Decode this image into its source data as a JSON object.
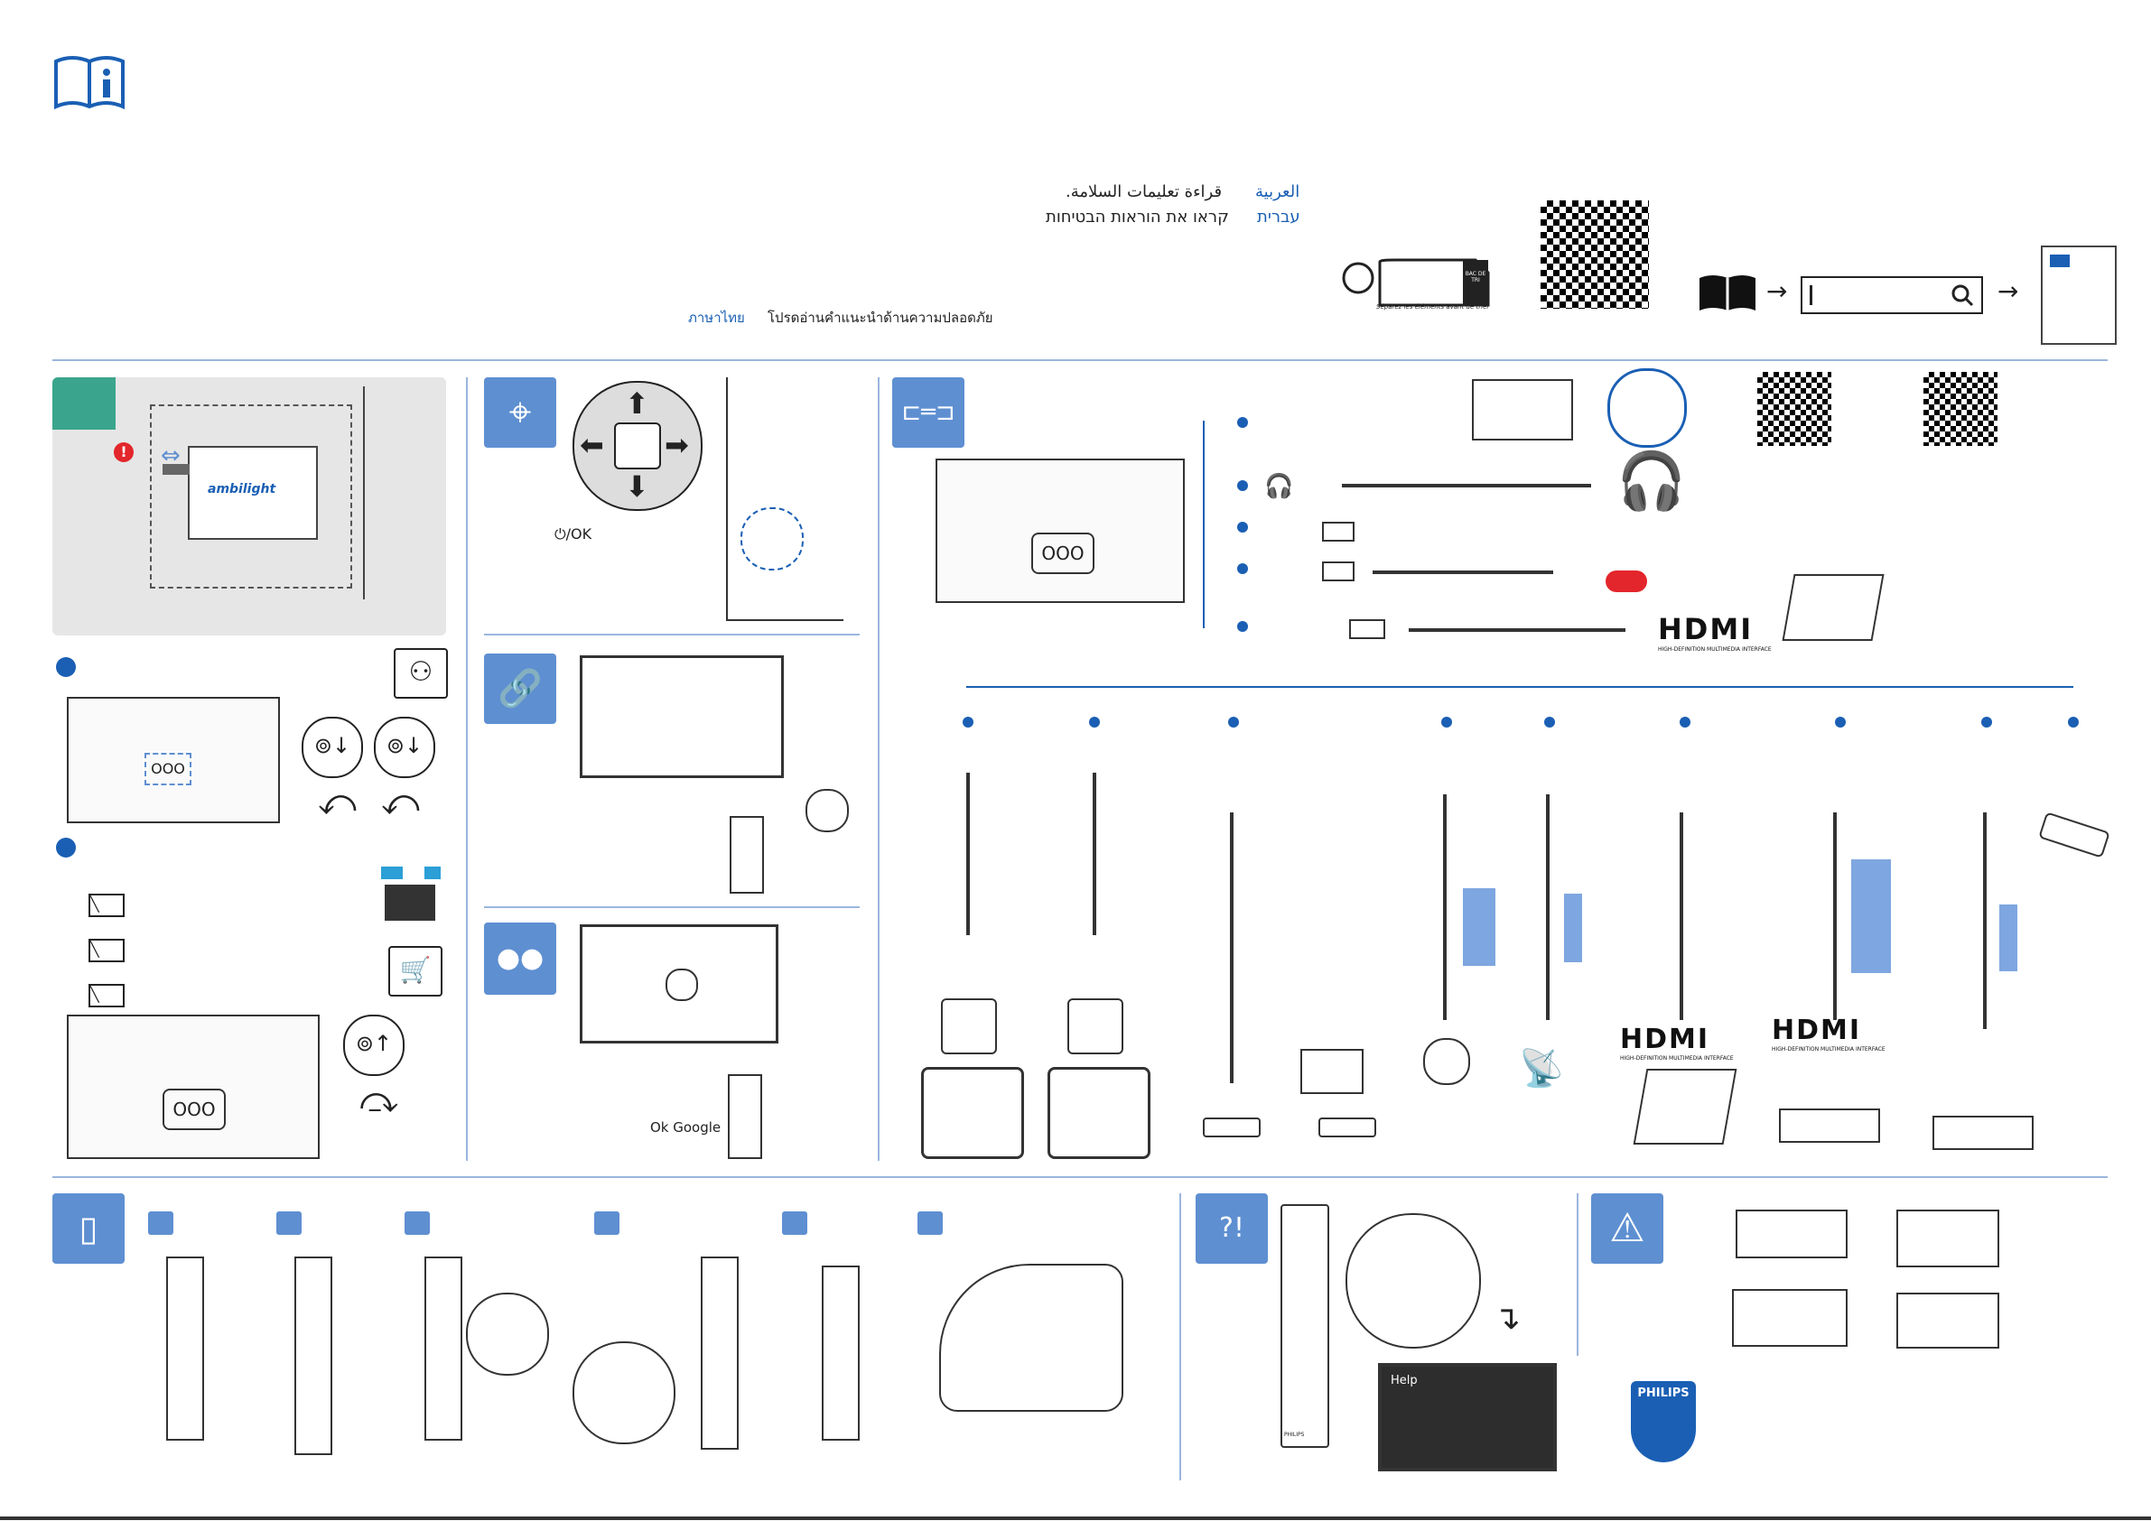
{
  "header": {
    "arabic_lang": "العربية",
    "arabic_text": "قراءة تعليمات السلامة.",
    "hebrew_lang": "עברית",
    "hebrew_text": "קראו את הוראות הבטיחות",
    "thai_lang": "ภาษาไทย",
    "thai_text": "โปรดอ่านคำแนะนำด้านความปลอดภัย",
    "recycle_note": "Séparez les éléments avant de trier",
    "bin_text": "BAC DE TRI"
  },
  "wall_mount": {
    "brand_label": "ambilight"
  },
  "buttons": {
    "power_ok": "⏻/OK"
  },
  "google": {
    "ok_google": "Ok Google"
  },
  "connections": {
    "hdmi_logo": "HDMI",
    "hdmi_sub": "HIGH-DEFINITION MULTIMEDIA INTERFACE"
  },
  "help": {
    "title": "Help"
  },
  "brand": {
    "name": "PHILIPS"
  },
  "colors": {
    "accent": "#1a5fb4",
    "panel_blue": "#5e8fd1",
    "teal": "#3aa58c",
    "warning_red": "#e3262b"
  }
}
